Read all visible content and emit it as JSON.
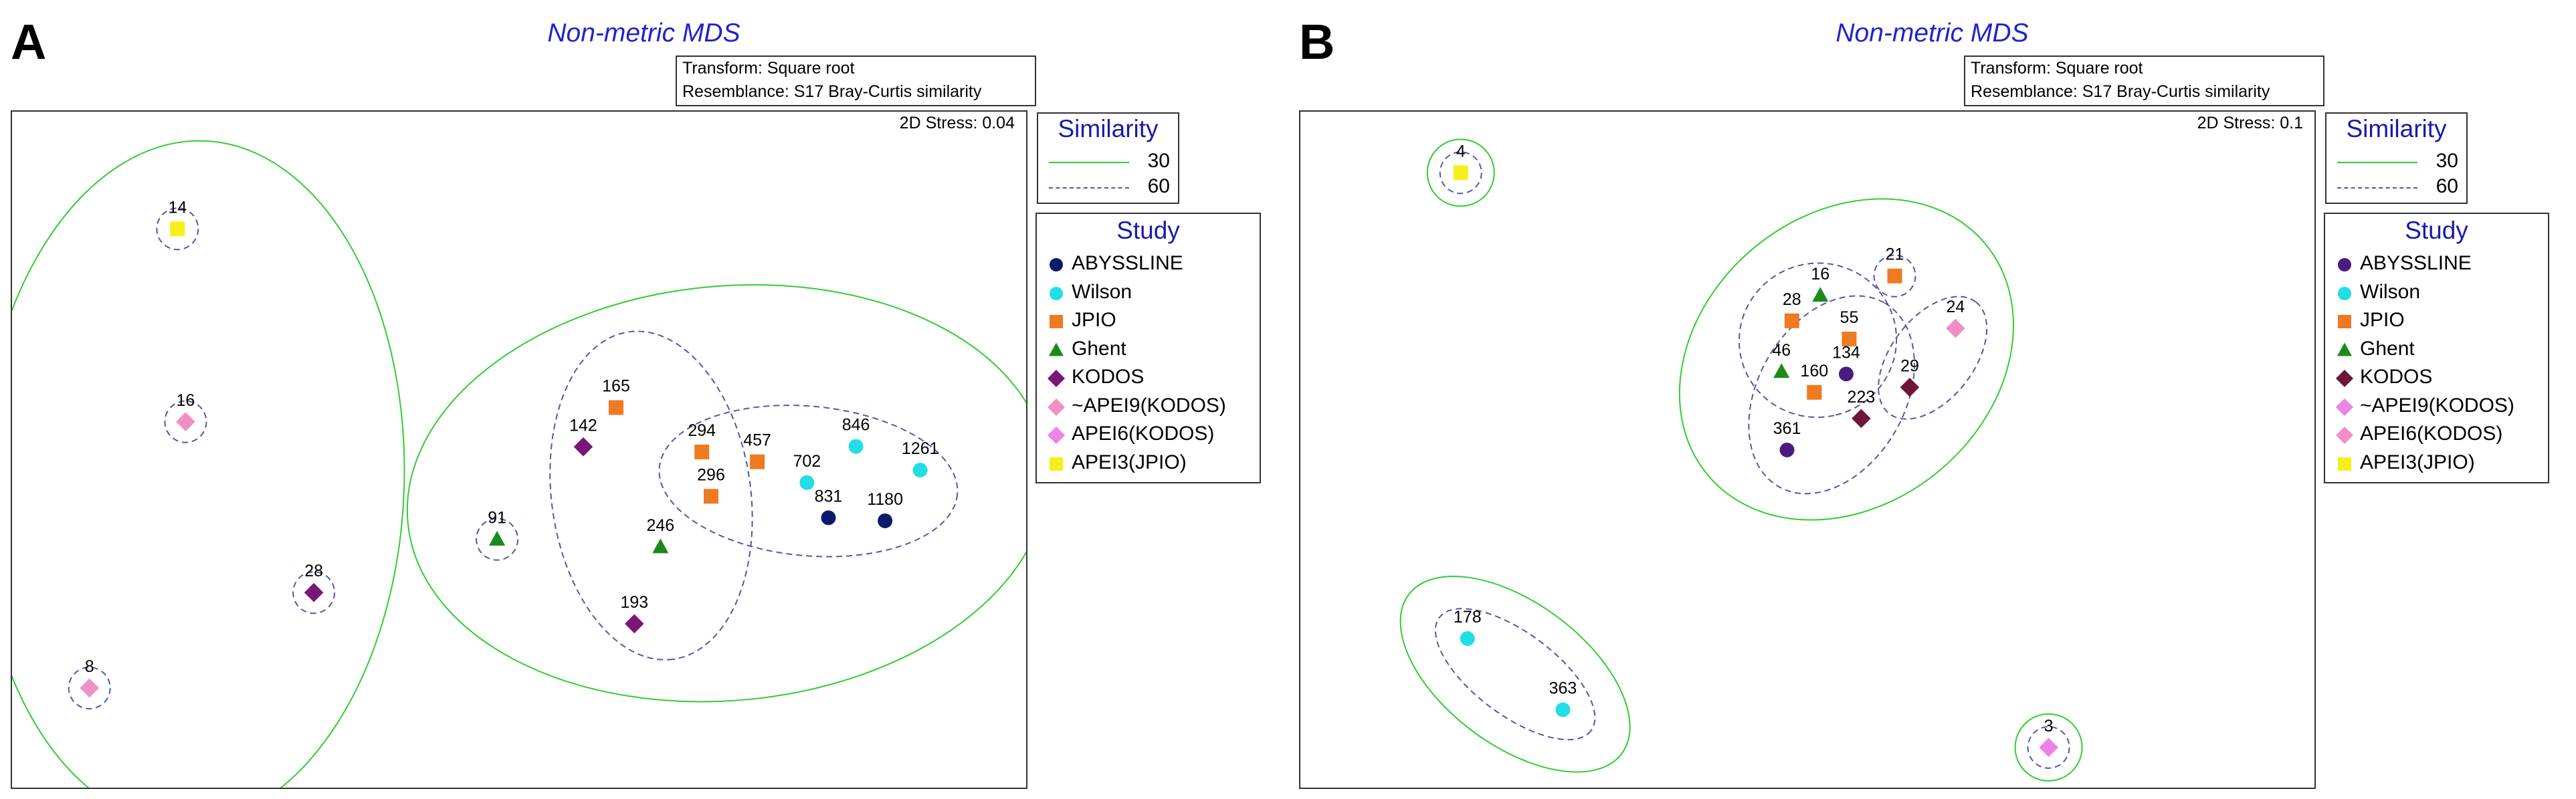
{
  "chart_data": [
    {
      "type": "scatter",
      "panel": "A",
      "title": "Non-metric MDS",
      "transform": "Transform: Square root",
      "resemblance": "Resemblance: S17 Bray-Curtis similarity",
      "stress": "2D Stress: 0.04",
      "similarity_title": "Similarity",
      "similarity_levels": [
        {
          "value": "30",
          "style": "solid",
          "color": "#33cc33"
        },
        {
          "value": "60",
          "style": "dashed",
          "color": "#5555aa"
        }
      ],
      "study_title": "Study",
      "studies": [
        {
          "name": "ABYSSLINE",
          "shape": "circle",
          "color": "#0d1a6b"
        },
        {
          "name": "Wilson",
          "shape": "circle",
          "color": "#22dde6"
        },
        {
          "name": "JPIO",
          "shape": "square",
          "color": "#ee7a22"
        },
        {
          "name": "Ghent",
          "shape": "triangle",
          "color": "#1a8a1a"
        },
        {
          "name": "KODOS",
          "shape": "diamond",
          "color": "#7a157a"
        },
        {
          "name": "~APEI9(KODOS)",
          "shape": "diamond",
          "color": "#ef8fc4"
        },
        {
          "name": "APEI6(KODOS)",
          "shape": "diamond",
          "color": "#ee82e6"
        },
        {
          "name": "APEI3(JPIO)",
          "shape": "square",
          "color": "#f6f01a"
        }
      ],
      "points": [
        {
          "label": "14",
          "study": "APEI3(JPIO)",
          "x": 0.0716,
          "y": 0.1727
        },
        {
          "label": "16",
          "study": "~APEI9(KODOS)",
          "x": 0.0751,
          "y": 0.4569
        },
        {
          "label": "28",
          "study": "KODOS",
          "x": 0.1306,
          "y": 0.7086
        },
        {
          "label": "8",
          "study": "~APEI9(KODOS)",
          "x": 0.0335,
          "y": 0.8493
        },
        {
          "label": "91",
          "study": "Ghent",
          "x": 0.2099,
          "y": 0.6302
        },
        {
          "label": "142",
          "study": "KODOS",
          "x": 0.2472,
          "y": 0.4939
        },
        {
          "label": "165",
          "study": "JPIO",
          "x": 0.2614,
          "y": 0.436
        },
        {
          "label": "193",
          "study": "KODOS",
          "x": 0.2693,
          "y": 0.7546
        },
        {
          "label": "246",
          "study": "Ghent",
          "x": 0.2806,
          "y": 0.6414
        },
        {
          "label": "294",
          "study": "JPIO",
          "x": 0.2985,
          "y": 0.5014
        },
        {
          "label": "296",
          "study": "JPIO",
          "x": 0.3025,
          "y": 0.5668
        },
        {
          "label": "457",
          "study": "JPIO",
          "x": 0.3225,
          "y": 0.5159
        },
        {
          "label": "702",
          "study": "Wilson",
          "x": 0.344,
          "y": 0.5466
        },
        {
          "label": "831",
          "study": "ABYSSLINE",
          "x": 0.3533,
          "y": 0.5984
        },
        {
          "label": "846",
          "study": "Wilson",
          "x": 0.3652,
          "y": 0.4933
        },
        {
          "label": "1261",
          "study": "Wilson",
          "x": 0.393,
          "y": 0.5282
        },
        {
          "label": "1180",
          "study": "ABYSSLINE",
          "x": 0.3778,
          "y": 0.6029
        }
      ],
      "clusters": [
        {
          "level": "30",
          "members": [
            "14",
            "16",
            "28",
            "8"
          ]
        },
        {
          "level": "30",
          "members": [
            "91",
            "142",
            "165",
            "193",
            "246",
            "294",
            "296",
            "457",
            "702",
            "831",
            "846",
            "1261",
            "1180"
          ]
        },
        {
          "level": "60",
          "members": [
            "14"
          ]
        },
        {
          "level": "60",
          "members": [
            "16"
          ]
        },
        {
          "level": "60",
          "members": [
            "28"
          ]
        },
        {
          "level": "60",
          "members": [
            "8"
          ]
        },
        {
          "level": "60",
          "members": [
            "91"
          ]
        },
        {
          "level": "60",
          "members": [
            "142",
            "165",
            "193",
            "246",
            "294",
            "296"
          ]
        },
        {
          "level": "60",
          "members": [
            "294",
            "296",
            "457",
            "702",
            "831",
            "846",
            "1261",
            "1180"
          ]
        }
      ]
    },
    {
      "type": "scatter",
      "panel": "B",
      "title": "Non-metric MDS",
      "transform": "Transform: Square root",
      "resemblance": "Resemblance: S17 Bray-Curtis similarity",
      "stress": "2D Stress: 0.1",
      "similarity_title": "Similarity",
      "similarity_levels": [
        {
          "value": "30",
          "style": "solid",
          "color": "#33cc33"
        },
        {
          "value": "60",
          "style": "dashed",
          "color": "#5555aa"
        }
      ],
      "study_title": "Study",
      "studies": [
        {
          "name": "ABYSSLINE",
          "shape": "circle",
          "color": "#4b1c80"
        },
        {
          "name": "Wilson",
          "shape": "circle",
          "color": "#22dde6"
        },
        {
          "name": "JPIO",
          "shape": "square",
          "color": "#ee7a22"
        },
        {
          "name": "Ghent",
          "shape": "triangle",
          "color": "#1a8a1a"
        },
        {
          "name": "KODOS",
          "shape": "diamond",
          "color": "#6e1538"
        },
        {
          "name": "~APEI9(KODOS)",
          "shape": "diamond",
          "color": "#ee82e6"
        },
        {
          "name": "APEI6(KODOS)",
          "shape": "diamond",
          "color": "#ef8fc4"
        },
        {
          "name": "APEI3(JPIO)",
          "shape": "square",
          "color": "#f6f01a"
        }
      ],
      "points": [
        {
          "label": "4",
          "study": "APEI3(JPIO)",
          "x": 0.0694,
          "y": 0.09
        },
        {
          "label": "16",
          "study": "Ghent",
          "x": 0.225,
          "y": 0.2708
        },
        {
          "label": "21",
          "study": "JPIO",
          "x": 0.2572,
          "y": 0.2421
        },
        {
          "label": "28",
          "study": "JPIO",
          "x": 0.2127,
          "y": 0.3082
        },
        {
          "label": "55",
          "study": "JPIO",
          "x": 0.2375,
          "y": 0.335
        },
        {
          "label": "24",
          "study": "APEI6(KODOS)",
          "x": 0.2835,
          "y": 0.3193
        },
        {
          "label": "46",
          "study": "Ghent",
          "x": 0.2082,
          "y": 0.3832
        },
        {
          "label": "134",
          "study": "ABYSSLINE",
          "x": 0.2362,
          "y": 0.3866
        },
        {
          "label": "29",
          "study": "KODOS",
          "x": 0.2637,
          "y": 0.4062
        },
        {
          "label": "160",
          "study": "JPIO",
          "x": 0.2224,
          "y": 0.4136
        },
        {
          "label": "223",
          "study": "KODOS",
          "x": 0.2427,
          "y": 0.4521
        },
        {
          "label": "361",
          "study": "ABYSSLINE",
          "x": 0.2106,
          "y": 0.4985
        },
        {
          "label": "178",
          "study": "Wilson",
          "x": 0.0723,
          "y": 0.7764
        },
        {
          "label": "363",
          "study": "Wilson",
          "x": 0.1136,
          "y": 0.8813
        },
        {
          "label": "3",
          "study": "~APEI9(KODOS)",
          "x": 0.3238,
          "y": 0.9368
        }
      ],
      "clusters": [
        {
          "level": "30",
          "members": [
            "4"
          ]
        },
        {
          "level": "30",
          "members": [
            "16",
            "21",
            "28",
            "55",
            "24",
            "46",
            "134",
            "29",
            "160",
            "223",
            "361"
          ]
        },
        {
          "level": "30",
          "members": [
            "178",
            "363"
          ]
        },
        {
          "level": "30",
          "members": [
            "3"
          ]
        },
        {
          "level": "60",
          "members": [
            "4"
          ]
        },
        {
          "level": "60",
          "members": [
            "21"
          ]
        },
        {
          "level": "60",
          "members": [
            "16",
            "28",
            "46",
            "55",
            "134"
          ]
        },
        {
          "level": "60",
          "members": [
            "24",
            "29"
          ]
        },
        {
          "level": "60",
          "members": [
            "55",
            "134",
            "160",
            "223",
            "361"
          ]
        },
        {
          "level": "60",
          "members": [
            "178",
            "363"
          ]
        },
        {
          "level": "60",
          "members": [
            "3"
          ]
        }
      ]
    }
  ],
  "panels": [
    {
      "letter": "A"
    },
    {
      "letter": "B"
    }
  ]
}
